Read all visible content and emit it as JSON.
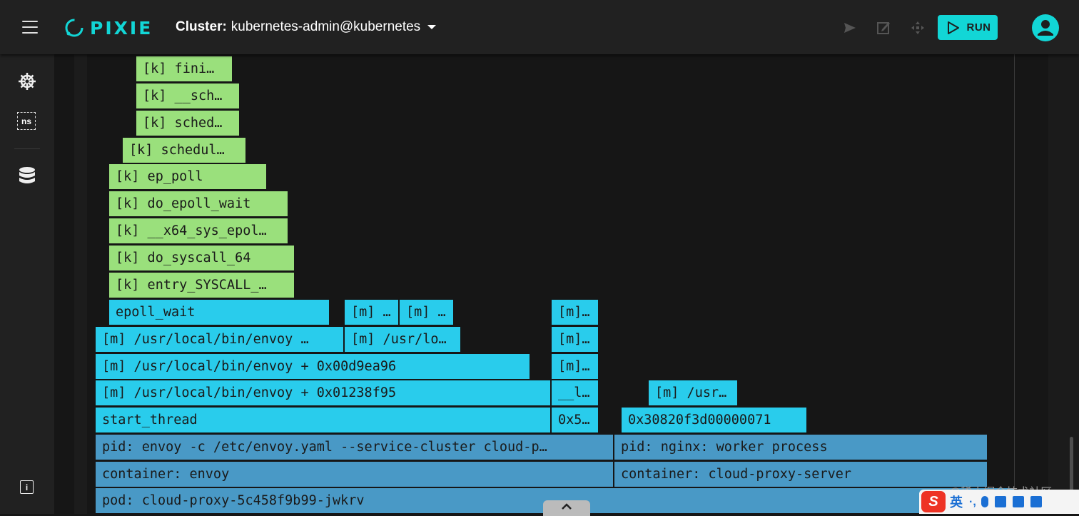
{
  "header": {
    "app_name": "PIXIE",
    "cluster_label": "Cluster:",
    "cluster_value": "kubernetes-admin@kubernetes",
    "run_label": "RUN",
    "accent": "#12d6d6"
  },
  "sidebar": {
    "items": [
      {
        "name": "kubernetes-helm-icon"
      },
      {
        "name": "namespace-icon",
        "label": "ns"
      },
      {
        "name": "database-icon"
      }
    ],
    "info_label": "i"
  },
  "flamegraph": {
    "colors": {
      "kernel": "#9ae07c",
      "mapped": "#29ccec",
      "process": "#4999c6"
    },
    "frames": [
      {
        "text": "[k] fini…",
        "kind": "k"
      },
      {
        "text": "[k] __sch…",
        "kind": "k"
      },
      {
        "text": "[k] sched…",
        "kind": "k"
      },
      {
        "text": "[k] schedul…",
        "kind": "k"
      },
      {
        "text": "[k] ep_poll",
        "kind": "k"
      },
      {
        "text": "[k] do_epoll_wait",
        "kind": "k"
      },
      {
        "text": "[k] __x64_sys_epol…",
        "kind": "k"
      },
      {
        "text": "[k] do_syscall_64",
        "kind": "k"
      },
      {
        "text": "[k] entry_SYSCALL_…",
        "kind": "k"
      },
      {
        "text": "epoll_wait",
        "kind": "m"
      },
      {
        "text": "[m] …",
        "kind": "m"
      },
      {
        "text": "[m] …",
        "kind": "m"
      },
      {
        "text": "[m]…",
        "kind": "m"
      },
      {
        "text": "[m] /usr/local/bin/envoy …",
        "kind": "m"
      },
      {
        "text": "[m] /usr/lo…",
        "kind": "m"
      },
      {
        "text": "[m]…",
        "kind": "m"
      },
      {
        "text": "[m] /usr/local/bin/envoy + 0x00d9ea96",
        "kind": "m"
      },
      {
        "text": "[m]…",
        "kind": "m"
      },
      {
        "text": "[m] /usr/local/bin/envoy + 0x01238f95",
        "kind": "m"
      },
      {
        "text": "__l…",
        "kind": "m"
      },
      {
        "text": "[m] /usr…",
        "kind": "m"
      },
      {
        "text": "start_thread",
        "kind": "m"
      },
      {
        "text": "0x5…",
        "kind": "m"
      },
      {
        "text": "0x30820f3d00000071",
        "kind": "m"
      },
      {
        "text": "pid: envoy -c /etc/envoy.yaml --service-cluster cloud-p…",
        "kind": "p"
      },
      {
        "text": "pid: nginx: worker process",
        "kind": "p"
      },
      {
        "text": "container: envoy",
        "kind": "p"
      },
      {
        "text": "container: cloud-proxy-server",
        "kind": "p"
      },
      {
        "text": "pod: cloud-proxy-5c458f9b99-jwkrv",
        "kind": "p"
      }
    ]
  },
  "overlay": {
    "watermark": "@稀土掘金技术社区",
    "ime_logo": "S",
    "ime_lang": "英"
  }
}
